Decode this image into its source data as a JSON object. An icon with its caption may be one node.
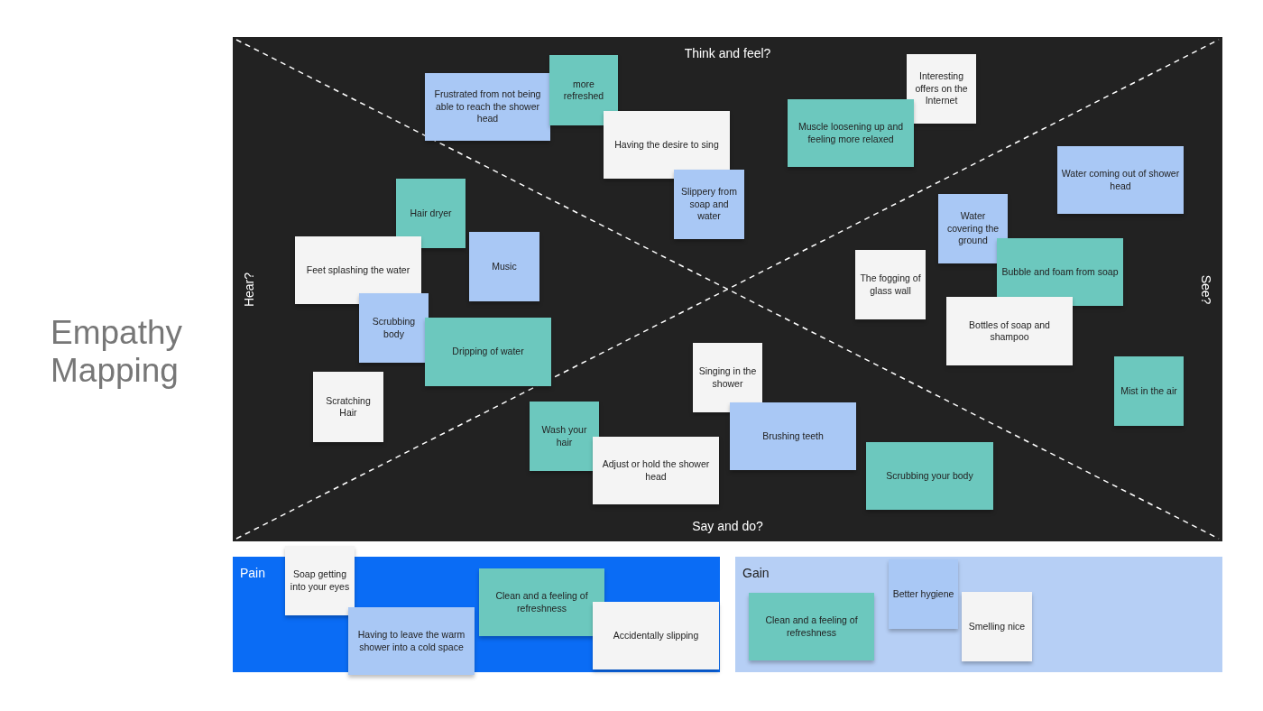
{
  "diagram": {
    "title": "Empathy Mapping",
    "nodes": [
      {
        "text": [
          "Think and feel?",
          "Hear?",
          "See?",
          "Say and do?"
        ]
      },
      {
        "text": [
          "Frustrated from not being able to reach the shower head"
        ],
        "in": 0
      },
      {
        "text": [
          "more refreshed"
        ],
        "in": 0
      },
      {
        "text": [
          "Having the desire to sing"
        ],
        "in": 0
      },
      {
        "text": [
          "Slippery from soap and water"
        ],
        "in": 0
      },
      {
        "text": [
          "Interesting offers on the Internet"
        ],
        "in": 0
      },
      {
        "text": [
          "Muscle loosening up and feeling more relaxed"
        ],
        "in": 0
      },
      {
        "text": [
          "Water coming out of shower head"
        ],
        "in": 0
      },
      {
        "text": [
          "Hair dryer"
        ],
        "in": 0
      },
      {
        "text": [
          "Feet splashing the water"
        ],
        "in": 0
      },
      {
        "text": [
          "Music"
        ],
        "in": 0
      },
      {
        "text": [
          "Scrubbing body"
        ],
        "in": 0
      },
      {
        "text": [
          "Dripping of water"
        ],
        "in": 0
      },
      {
        "text": [
          "Scratching Hair"
        ],
        "in": 0
      },
      {
        "text": [
          "Water covering the ground"
        ],
        "in": 0
      },
      {
        "text": [
          "Bubble and foam from soap"
        ],
        "in": 0
      },
      {
        "text": [
          "The fogging of glass wall"
        ],
        "in": 0
      },
      {
        "text": [
          "Bottles of soap and shampoo"
        ],
        "in": 0
      },
      {
        "text": [
          "Mist in the air"
        ],
        "in": 0
      },
      {
        "text": [
          "Singing in the shower"
        ],
        "in": 0
      },
      {
        "text": [
          "Wash your hair"
        ],
        "in": 0
      },
      {
        "text": [
          "Brushing teeth"
        ],
        "in": 0
      },
      {
        "text": [
          "Adjust or hold the shower head"
        ],
        "in": 0
      },
      {
        "text": [
          "Scrubbing your body"
        ],
        "in": 0
      },
      {
        "text": [
          "Pain"
        ]
      },
      {
        "text": [
          "Soap getting into your eyes"
        ],
        "in": 24
      },
      {
        "text": [
          "Having to leave the warm shower into a cold space"
        ],
        "in": 24
      },
      {
        "text": [
          "Clean and a feeling of refreshness"
        ],
        "in": 24
      },
      {
        "text": [
          "Accidentally slipping"
        ],
        "in": 24
      },
      {
        "text": [
          "Gain"
        ]
      },
      {
        "text": [
          "Clean and a feeling of refreshness"
        ],
        "in": 29
      },
      {
        "text": [
          "Better hygiene"
        ],
        "in": 29
      },
      {
        "text": [
          "Smelling nice"
        ],
        "in": 29
      }
    ],
    "edges": []
  }
}
